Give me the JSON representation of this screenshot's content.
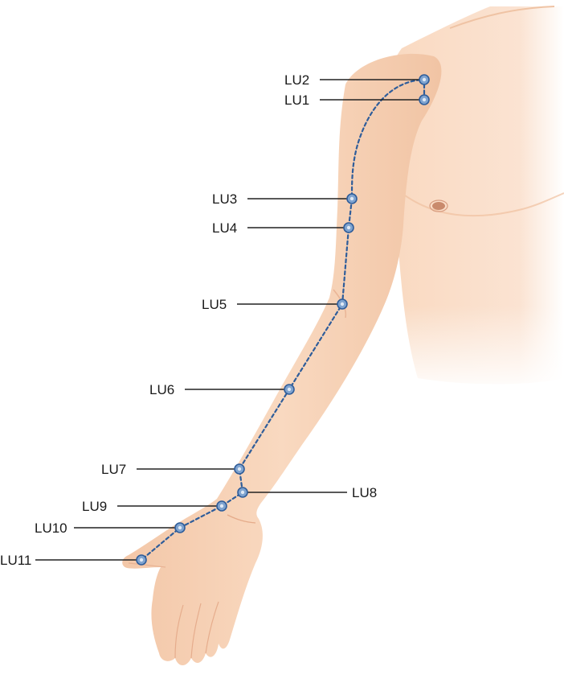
{
  "colors": {
    "skin": "#f9d9c0",
    "skin_shadow": "#f0c0a0",
    "skin_fade": "#fdeee3",
    "meridian_line": "#2f5d9a",
    "point_fill": "#7fa3cf",
    "label_text": "#1a1a1a",
    "background": "#ffffff"
  },
  "points": [
    {
      "id": "lu1",
      "label": "LU1"
    },
    {
      "id": "lu2",
      "label": "LU2"
    },
    {
      "id": "lu3",
      "label": "LU3"
    },
    {
      "id": "lu4",
      "label": "LU4"
    },
    {
      "id": "lu5",
      "label": "LU5"
    },
    {
      "id": "lu6",
      "label": "LU6"
    },
    {
      "id": "lu7",
      "label": "LU7"
    },
    {
      "id": "lu8",
      "label": "LU8"
    },
    {
      "id": "lu9",
      "label": "LU9"
    },
    {
      "id": "lu10",
      "label": "LU10"
    },
    {
      "id": "lu11",
      "label": "LU11"
    }
  ]
}
